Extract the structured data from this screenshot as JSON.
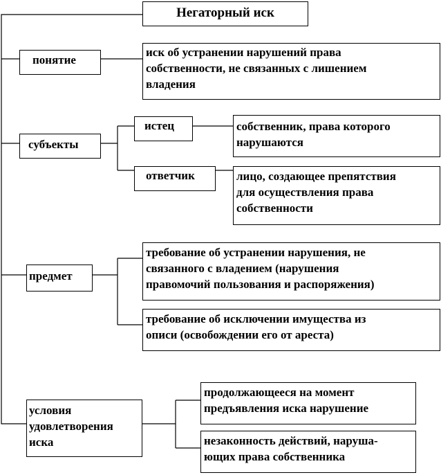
{
  "title": "Негаторный иск",
  "sections": [
    {
      "label": "понятие",
      "details": [
        {
          "lines": [
            "иск об устранении нарушений права",
            "собственности, не связанных с лишением",
            "владения"
          ]
        }
      ]
    },
    {
      "label": "субъекты",
      "parties": [
        {
          "label": "истец",
          "detail": [
            "собственник, права которого",
            "нарушаются"
          ]
        },
        {
          "label": "ответчик",
          "detail": [
            "лицо, создающее препятствия",
            "для осуществления права",
            "собственности"
          ]
        }
      ]
    },
    {
      "label": "предмет",
      "details": [
        {
          "lines": [
            "требование об устранении нарушения, не",
            "связанного с владением (нарушения",
            "правомочий пользования и распоряжения)"
          ]
        },
        {
          "lines": [
            "требование об исключении имущества из",
            "описи (освобождении его от ареста)"
          ]
        }
      ]
    },
    {
      "label_lines": [
        "условия",
        "удовлетворения",
        "иска"
      ],
      "details": [
        {
          "lines": [
            "продолжающееся на момент",
            "предъявления иска нарушение"
          ]
        },
        {
          "lines": [
            "незаконность действий, наруша-",
            "ющих права собственника"
          ]
        }
      ]
    }
  ]
}
